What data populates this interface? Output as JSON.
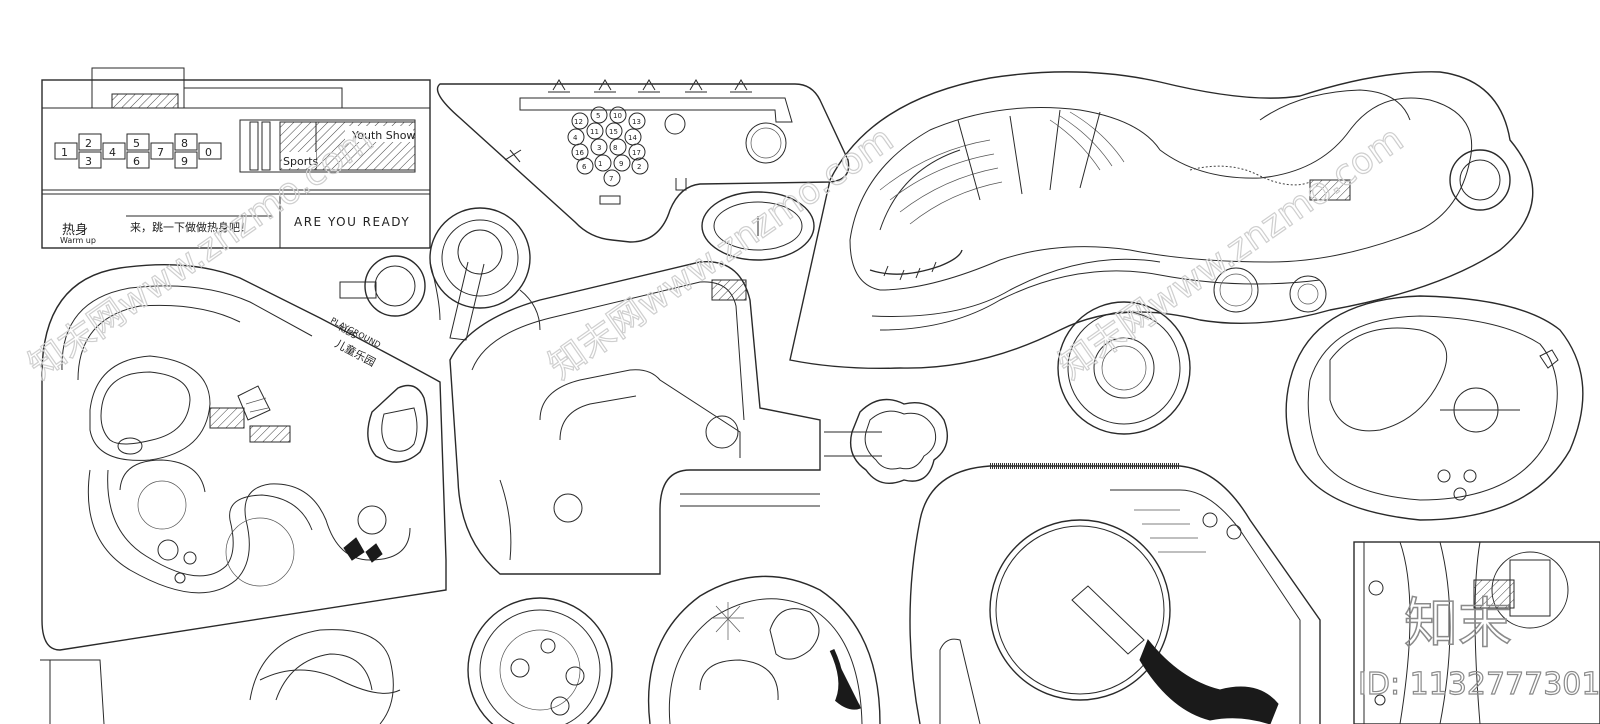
{
  "banner": {
    "hopscotch_numbers": [
      "1",
      "2",
      "3",
      "4",
      "5",
      "6",
      "7",
      "8",
      "9",
      "0"
    ],
    "youth_show": "Youth Show",
    "sports": "Sports",
    "warm_up_cn": "热身",
    "warm_up_en": "Warm up",
    "slogan_cn": "来，跳一下做做热身吧！",
    "are_you_ready": "ARE YOU READY"
  },
  "hex_numbers": [
    "12",
    "5",
    "10",
    "13",
    "4",
    "11",
    "15",
    "14",
    "16",
    "3",
    "8",
    "17",
    "6",
    "1",
    "9",
    "2",
    "7"
  ],
  "kids_playground": {
    "cn": "儿童乐园",
    "en_line1": "KIDS",
    "en_line2": "PLAYGROUND"
  },
  "watermark": {
    "text": "知末网www.znzmo.com",
    "logo_cn": "知末",
    "id_label": "ID: 1132777301"
  }
}
